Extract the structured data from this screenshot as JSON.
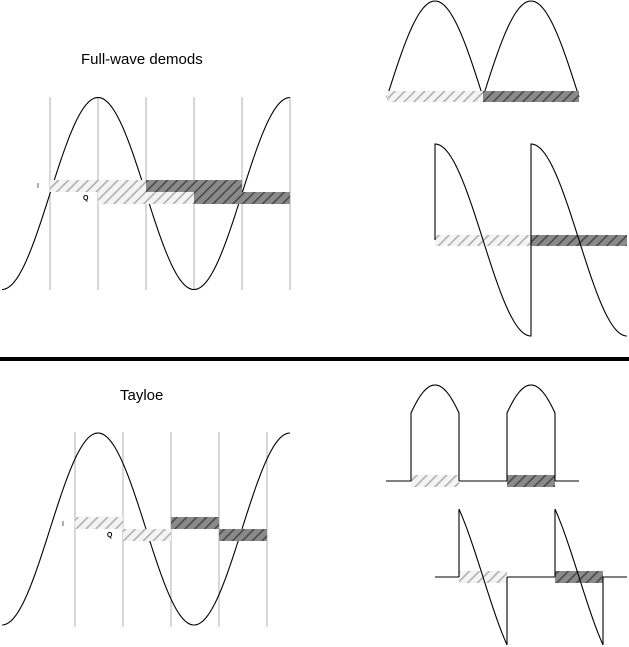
{
  "top_panel": {
    "title": "Full-wave demods",
    "i_label": "I",
    "q_label": "Q"
  },
  "bottom_panel": {
    "title": "Tayloe",
    "i_label": "I",
    "q_label": "Q"
  },
  "colors": {
    "light_hatch_bg": "#f4f4f4",
    "light_hatch_line": "#b0b0b0",
    "dark_hatch_bg": "#8a8a8a",
    "dark_hatch_line": "#4a4a4a",
    "grid": "#b0b0b0",
    "stroke": "#000000"
  }
}
